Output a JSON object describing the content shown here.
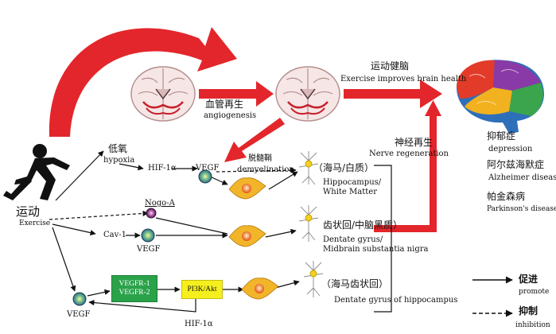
{
  "exercise": {
    "zh": "运动",
    "en": "Exercise"
  },
  "angiogenesis": {
    "zh": "血管再生",
    "en": "angiogenesis"
  },
  "brain_health": {
    "zh": "运动健脑",
    "en": "Exercise improves brain health"
  },
  "nerve_regeneration": {
    "zh": "神经再生",
    "en": "Nerve regeneration"
  },
  "hypoxia": {
    "zh": "低氧",
    "en": "hypoxia"
  },
  "hif1a": "HIF-1α",
  "vegf": "VEGF",
  "demyelination": {
    "zh": "脱髓鞘",
    "en": "demyelination"
  },
  "nogo": "Nogo-A",
  "cav1": "Cav-1",
  "vegfr": [
    "VEGFR-1",
    "VEGFR-2"
  ],
  "pi3k": "PI3K/Akt",
  "regions": {
    "hippocampus": {
      "zh": "（海马/白质）",
      "en1": "Hippocampus/",
      "en2": "White Matter"
    },
    "dentate": {
      "zh": "齿状回/中脑黑质）",
      "en1": "Dentate gyrus/",
      "en2": "Midbrain substantia nigra"
    },
    "dentate_hippo": {
      "zh": "（海马齿状回）",
      "en": "Dentate gyrus of hippocampus"
    }
  },
  "diseases": [
    {
      "zh": "抑郁症",
      "en": "depression"
    },
    {
      "zh": "阿尔兹海默症",
      "en": "Alzheimer disease"
    },
    {
      "zh": "帕金森病",
      "en": "Parkinson's disease"
    }
  ],
  "legend": {
    "promote": {
      "zh": "促进",
      "en": "promote"
    },
    "inhibition": {
      "zh": "抑制",
      "en": "inhibition"
    }
  },
  "colors": {
    "big_arrow": "#e3262b",
    "brain_tissue": "#f6e6e6",
    "vessel": "#c8202a",
    "neuron_body": "#f2b52a",
    "neuron_nucleus": "#e55a1e",
    "box_green": "#2aa24a",
    "box_yellow": "#f5ef1e"
  }
}
